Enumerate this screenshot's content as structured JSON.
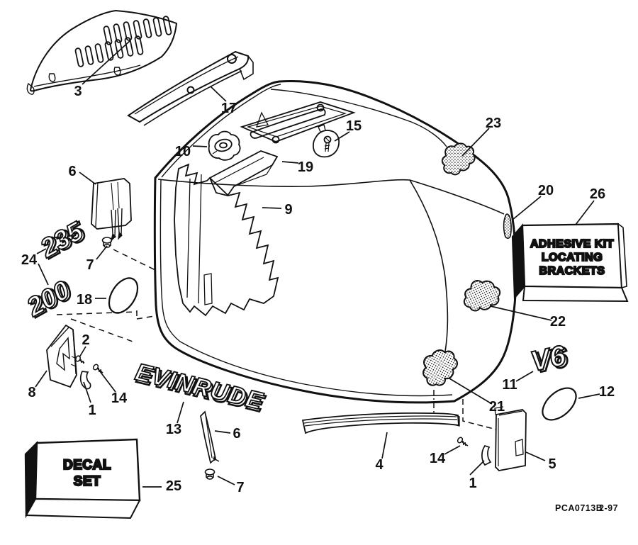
{
  "callouts": {
    "c1a": "1",
    "c1b": "1",
    "c2": "2",
    "c3": "3",
    "c4": "4",
    "c5": "5",
    "c6a": "6",
    "c6b": "6",
    "c7a": "7",
    "c7b": "7",
    "c8": "8",
    "c9": "9",
    "c10": "10",
    "c11": "11",
    "c12": "12",
    "c13": "13",
    "c14a": "14",
    "c14b": "14",
    "c15": "15",
    "c17": "17",
    "c18": "18",
    "c19": "19",
    "c20": "20",
    "c21": "21",
    "c22": "22",
    "c23": "23",
    "c24": "24",
    "c25": "25",
    "c26": "26"
  },
  "boxes": {
    "adhesive_kit": {
      "line1": "ADHESIVE KIT",
      "line2": "LOCATING",
      "line3": "BRACKETS"
    },
    "decal_set": {
      "line1": "DECAL",
      "line2": "SET"
    }
  },
  "emblems": {
    "brand": "EVINRUDE",
    "engine": "V6",
    "hp_235": "235",
    "hp_200": "200"
  },
  "footer": {
    "code": "PCA0713B",
    "date": "2-97"
  },
  "colors": {
    "ink": "#111111",
    "paper": "#ffffff"
  }
}
